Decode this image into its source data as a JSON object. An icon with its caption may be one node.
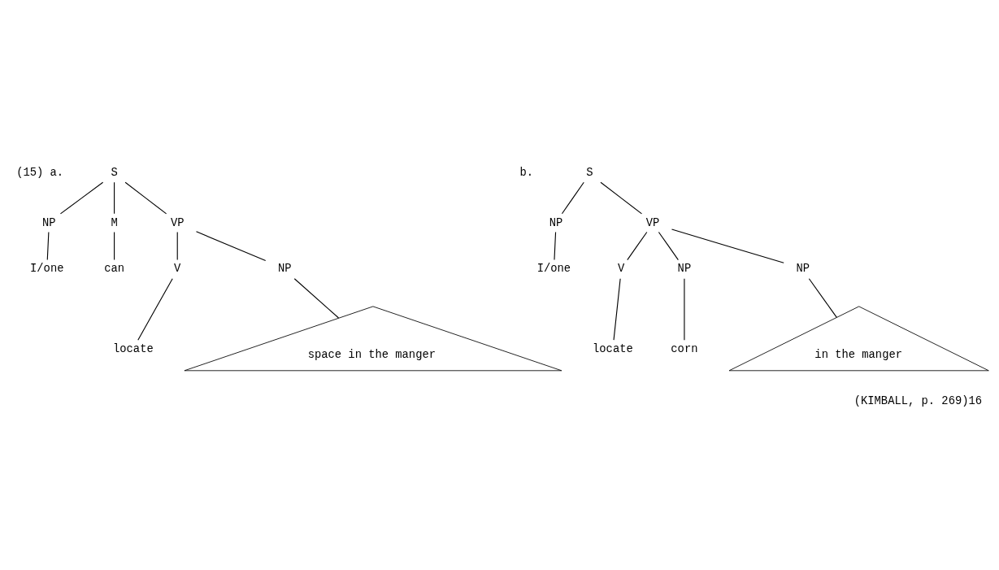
{
  "diagram": {
    "caption": "(KIMBALL, p. 269)16",
    "nodes": [
      {
        "text": [
          "S"
        ]
      },
      {
        "text": [
          "NP"
        ]
      },
      {
        "text": [
          "M"
        ]
      },
      {
        "text": [
          "VP"
        ]
      },
      {
        "text": [
          "I/one"
        ]
      },
      {
        "text": [
          "can"
        ]
      },
      {
        "text": [
          "V"
        ]
      },
      {
        "text": [
          "NP"
        ]
      },
      {
        "text": [
          "locate"
        ]
      },
      {
        "text": [
          "space in the manger"
        ]
      },
      {
        "text": [
          "S"
        ]
      },
      {
        "text": [
          "NP"
        ]
      },
      {
        "text": [
          "VP"
        ]
      },
      {
        "text": [
          "I/one"
        ]
      },
      {
        "text": [
          "V"
        ]
      },
      {
        "text": [
          "NP"
        ]
      },
      {
        "text": [
          "NP"
        ]
      },
      {
        "text": [
          "locate"
        ]
      },
      {
        "text": [
          "corn"
        ]
      },
      {
        "text": [
          "in the manger"
        ]
      }
    ],
    "edges": [
      {
        "from": 0,
        "to": 1,
        "arrow": "none"
      },
      {
        "from": 0,
        "to": 2,
        "arrow": "none"
      },
      {
        "from": 0,
        "to": 3,
        "arrow": "none"
      },
      {
        "from": 1,
        "to": 4,
        "arrow": "none"
      },
      {
        "from": 2,
        "to": 5,
        "arrow": "none"
      },
      {
        "from": 3,
        "to": 6,
        "arrow": "none"
      },
      {
        "from": 3,
        "to": 7,
        "arrow": "none"
      },
      {
        "from": 6,
        "to": 8,
        "arrow": "none"
      },
      {
        "from": 7,
        "to": 9,
        "arrow": "none"
      },
      {
        "from": 10,
        "to": 11,
        "arrow": "none"
      },
      {
        "from": 10,
        "to": 12,
        "arrow": "none"
      },
      {
        "from": 11,
        "to": 13,
        "arrow": "none"
      },
      {
        "from": 12,
        "to": 14,
        "arrow": "none"
      },
      {
        "from": 12,
        "to": 15,
        "arrow": "none"
      },
      {
        "from": 12,
        "to": 16,
        "arrow": "none"
      },
      {
        "from": 14,
        "to": 17,
        "arrow": "none"
      },
      {
        "from": 15,
        "to": 18,
        "arrow": "none"
      },
      {
        "from": 16,
        "to": 19,
        "arrow": "none"
      }
    ],
    "labels": [
      "(15) a.",
      "b."
    ]
  }
}
